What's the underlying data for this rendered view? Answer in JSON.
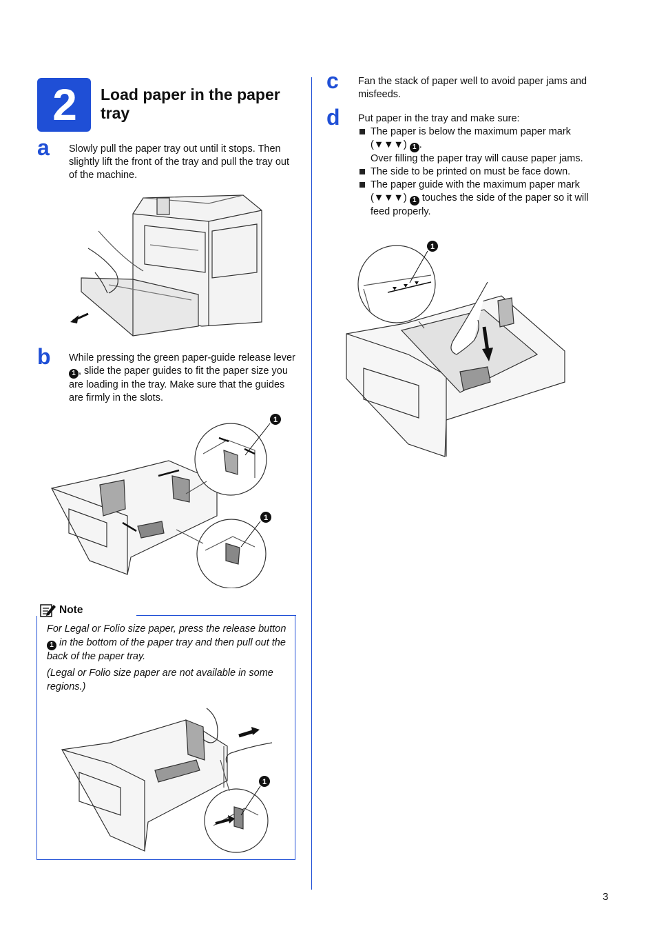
{
  "step": {
    "number": "2",
    "title": "Load paper in the paper tray"
  },
  "substeps": {
    "a": {
      "letter": "a",
      "text": "Slowly pull the paper tray out until it stops. Then slightly lift the front of the tray and pull the tray out of the machine."
    },
    "b": {
      "letter": "b",
      "text_before": "While pressing the green paper-guide release lever ",
      "callout": "1",
      "text_after": ", slide the paper guides to fit the paper size you are loading in the tray. Make sure that the guides are firmly in the slots."
    },
    "c": {
      "letter": "c",
      "text": "Fan the stack of paper well to avoid paper jams and misfeeds."
    },
    "d": {
      "letter": "d",
      "intro": "Put paper in the tray and make sure:",
      "bullets": [
        {
          "text_before": "The paper is below the maximum paper mark (▼▼▼) ",
          "callout": "1",
          "text_after": ".",
          "extra": "Over filling the paper tray will cause paper jams."
        },
        {
          "text": "The side to be printed on must be face down."
        },
        {
          "text_before": "The paper guide with the maximum paper mark (▼▼▼) ",
          "callout": "1",
          "text_after": " touches the side of the paper so it will feed properly."
        }
      ]
    }
  },
  "note": {
    "heading": "Note",
    "p1_before": "For Legal or Folio size paper, press the release button ",
    "callout": "1",
    "p1_after": " in the bottom of the paper tray and then pull out the back of the paper tray.",
    "p2": "(Legal or Folio size paper are not available in some regions.)"
  },
  "figure_callout": "1",
  "page_number": "3",
  "colors": {
    "accent": "#1f4fd6",
    "text": "#111111"
  }
}
